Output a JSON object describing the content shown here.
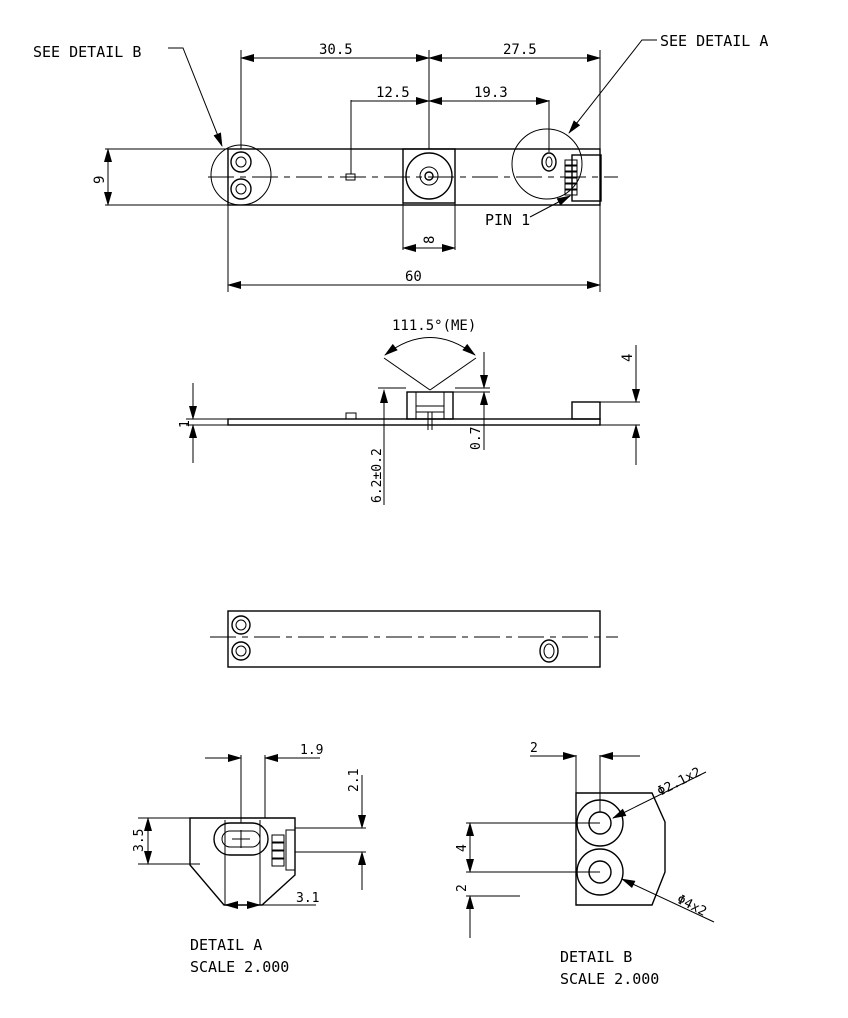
{
  "callouts": {
    "see_detail_b": "SEE DETAIL  B",
    "see_detail_a": "SEE DETAIL  A",
    "pin1": "PIN 1"
  },
  "top_view": {
    "dim_30_5": "30.5",
    "dim_27_5": "27.5",
    "dim_12_5": "12.5",
    "dim_19_3": "19.3",
    "dim_9": "9",
    "dim_8": "8",
    "dim_60": "60"
  },
  "side_view": {
    "angle": "111.5°(ME)",
    "dim_4": "4",
    "dim_1": "1",
    "dim_0_7": "0.7",
    "dim_6_2": "6.2±0.2"
  },
  "detail_a": {
    "dim_1_9": "1.9",
    "dim_2_1": "2.1",
    "dim_3_5": "3.5",
    "dim_3_1": "3.1",
    "title": "DETAIL  A",
    "scale": "SCALE  2.000"
  },
  "detail_b": {
    "dim_2_top": "2",
    "dim_4": "4",
    "dim_2_bottom": "2",
    "hole_small": "Φ2.1x2",
    "hole_large": "Φ4x2",
    "title": "DETAIL  B",
    "scale": "SCALE  2.000"
  }
}
